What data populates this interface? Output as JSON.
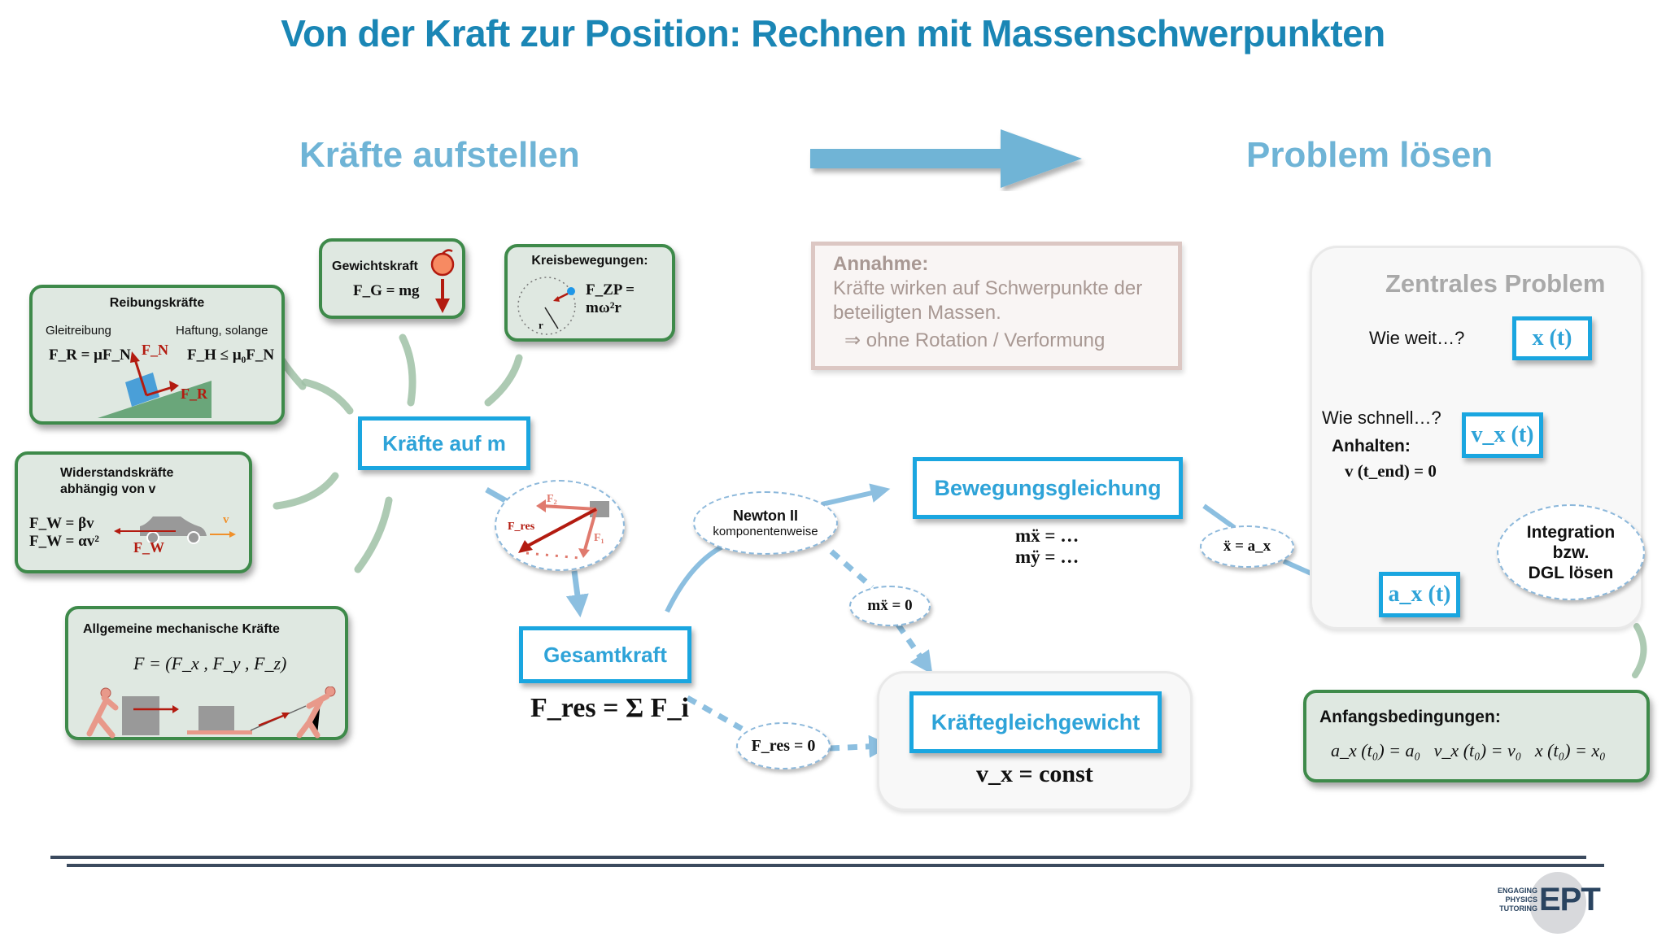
{
  "title": "Von der Kraft zur Position: Rechnen mit Massenschwerpunkten",
  "sections": {
    "left": "Kräfte aufstellen",
    "right": "Problem lösen"
  },
  "colors": {
    "title": "#1a86b5",
    "section": "#6fb4d6",
    "green_border": "#3e8a4a",
    "green_fill": "#dfe8e1",
    "blue_box": "#1aa6e0",
    "connector_blue": "#8cbfe0",
    "force_red": "#b31b10",
    "logo_dark": "#2a4460"
  },
  "force_boxes": {
    "friction": {
      "title": "Reibungskräfte",
      "left_label": "Gleitreibung",
      "right_label": "Haftung, solange",
      "left_eq": "F_R = μF_N",
      "right_eq": "F_H ≤ μ₀F_N",
      "vec_normal": "F_N",
      "vec_friction": "F_R"
    },
    "weight": {
      "title": "Gewichtskraft",
      "eq": "F_G = mg"
    },
    "circular": {
      "title": "Kreisbewegungen:",
      "eq": "F_ZP = mω²r",
      "radius_label": "r"
    },
    "drag": {
      "title_line1": "Widerstandskräfte",
      "title_line2": "abhängig von v",
      "eq1": "F_W = βv",
      "eq2": "F_W = αv²",
      "vec_drag": "F_W",
      "vec_velocity": "v"
    },
    "general": {
      "title": "Allgemeine mechanische Kräfte",
      "eq": "F = (F_x , F_y , F_z)"
    }
  },
  "nodes": {
    "forces_on_m": "Kräfte auf m",
    "vector_sum": {
      "f1": "F₁",
      "f2": "F₂",
      "fres": "F_res"
    },
    "total_force": "Gesamtkraft",
    "total_force_eq": "F_res = Σ F_i",
    "newton": {
      "line1": "Newton II",
      "line2": "komponentenweise"
    },
    "equation_of_motion": "Bewegungsgleichung",
    "eom_eq1": "mẍ = …",
    "eom_eq2": "mÿ = …",
    "mx_zero": "mẍ = 0",
    "fres_zero": "F_res = 0",
    "equilibrium": "Kräftegleichgewicht",
    "equilibrium_eq": "v_x = const",
    "xdd_ax": "ẍ = a_x"
  },
  "assumption": {
    "heading": "Annahme:",
    "line1": "Kräfte wirken auf Schwerpunkte der",
    "line2": "beteiligten Massen.",
    "line3": "⇒ ohne Rotation / Verformung"
  },
  "central_problem": {
    "title": "Zentrales Problem",
    "q_distance": "Wie weit…?",
    "x_t": "x (t)",
    "q_speed": "Wie schnell…?",
    "stop_label": "Anhalten:",
    "stop_eq": "v (t_end) = 0",
    "v_t": "v_x (t)",
    "a_t": "a_x (t)",
    "integration": {
      "line1": "Integration",
      "line2": "bzw.",
      "line3": "DGL lösen"
    }
  },
  "initial_conditions": {
    "title": "Anfangsbedingungen:",
    "eq": "a_x (t₀) = a₀   v_x (t₀) = v₀   x (t₀) = x₀"
  },
  "logo": {
    "line1": "ENGAGING",
    "line2": "PHYSICS",
    "line3": "TUTORING",
    "mark": "EPT"
  }
}
